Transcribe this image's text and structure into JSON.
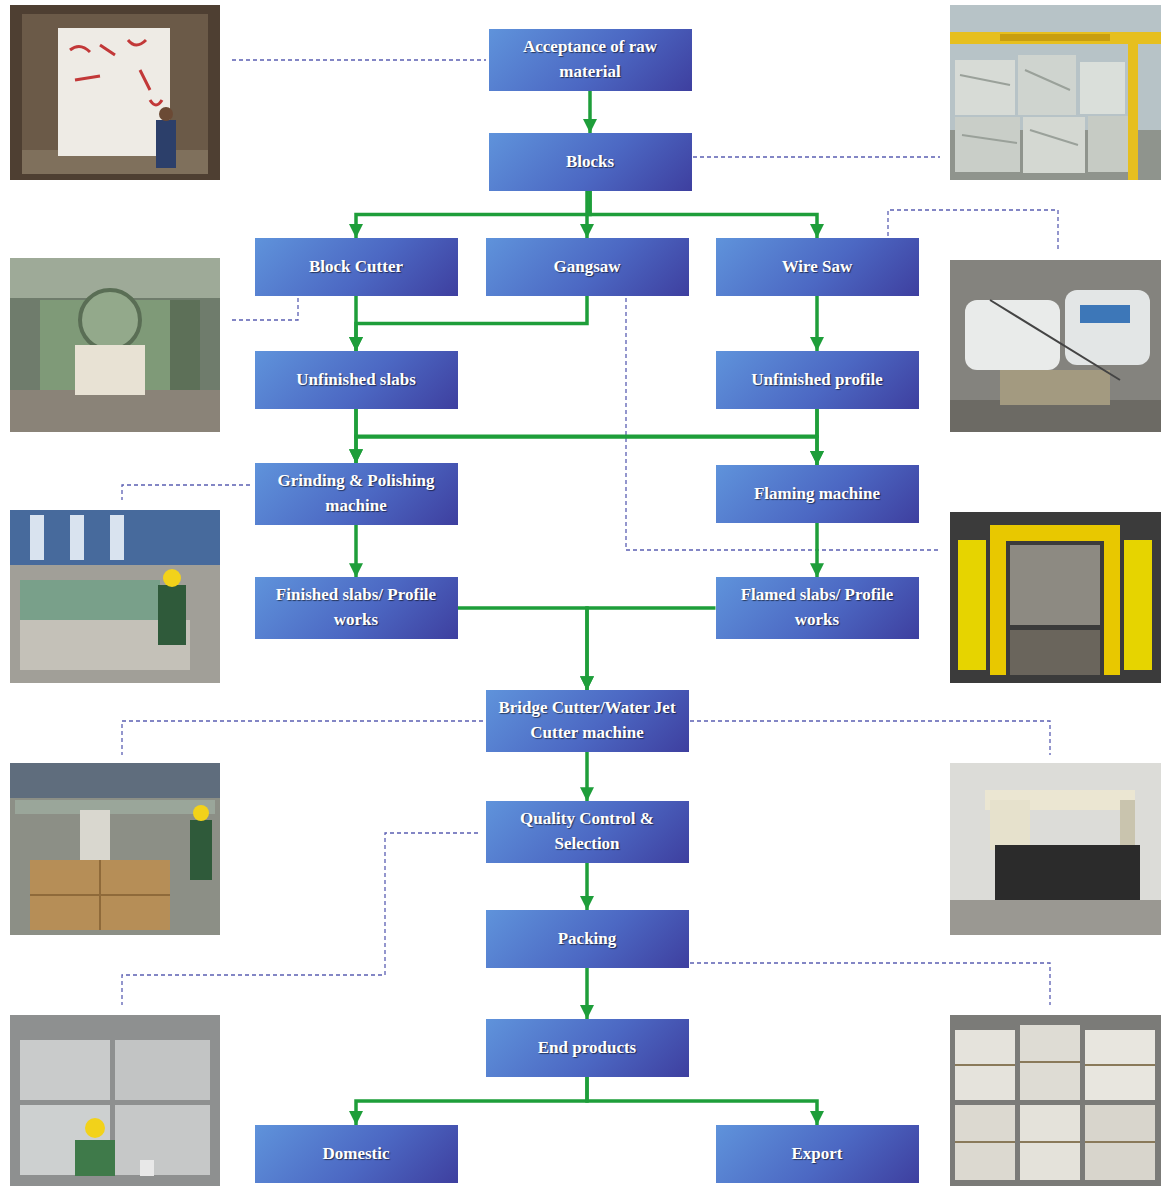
{
  "diagram": {
    "nodes": [
      {
        "text": [
          "Acceptance of raw material"
        ]
      },
      {
        "text": [
          "Blocks"
        ]
      },
      {
        "text": [
          "Block Cutter"
        ]
      },
      {
        "text": [
          "Gangsaw"
        ]
      },
      {
        "text": [
          "Wire Saw"
        ]
      },
      {
        "text": [
          "Unfinished slabs"
        ]
      },
      {
        "text": [
          "Unfinished profile"
        ]
      },
      {
        "text": [
          "Grinding & Polishing machine"
        ]
      },
      {
        "text": [
          "Flaming machine"
        ]
      },
      {
        "text": [
          "Finished slabs/ Profile works"
        ]
      },
      {
        "text": [
          "Flamed slabs/ Profile works"
        ]
      },
      {
        "text": [
          "Bridge Cutter/Water Jet Cutter machine"
        ]
      },
      {
        "text": [
          "Quality Control & Selection"
        ]
      },
      {
        "text": [
          "Packing"
        ]
      },
      {
        "text": [
          "End products"
        ]
      },
      {
        "text": [
          "Domestic"
        ]
      },
      {
        "text": [
          "Export"
        ]
      }
    ],
    "edges": [
      {
        "from": 0,
        "to": 1,
        "arrow": "to"
      },
      {
        "from": 1,
        "to": 2,
        "arrow": "to"
      },
      {
        "from": 1,
        "to": 3,
        "arrow": "to"
      },
      {
        "from": 1,
        "to": 4,
        "arrow": "to"
      },
      {
        "from": 2,
        "to": 5,
        "arrow": "to"
      },
      {
        "from": 3,
        "to": 5,
        "arrow": "to"
      },
      {
        "from": 4,
        "to": 6,
        "arrow": "to"
      },
      {
        "from": 5,
        "to": 7,
        "arrow": "to"
      },
      {
        "from": 5,
        "to": 8,
        "arrow": "to"
      },
      {
        "from": 6,
        "to": 7,
        "arrow": "to"
      },
      {
        "from": 6,
        "to": 8,
        "arrow": "to"
      },
      {
        "from": 7,
        "to": 9,
        "arrow": "to"
      },
      {
        "from": 8,
        "to": 10,
        "arrow": "to"
      },
      {
        "from": 9,
        "to": 11,
        "arrow": "to"
      },
      {
        "from": 10,
        "to": 11,
        "arrow": "to"
      },
      {
        "from": 11,
        "to": 12,
        "arrow": "to"
      },
      {
        "from": 12,
        "to": 13,
        "arrow": "to"
      },
      {
        "from": 13,
        "to": 14,
        "arrow": "to"
      },
      {
        "from": 14,
        "to": 15,
        "arrow": "to"
      },
      {
        "from": 14,
        "to": 16,
        "arrow": "to"
      }
    ]
  }
}
